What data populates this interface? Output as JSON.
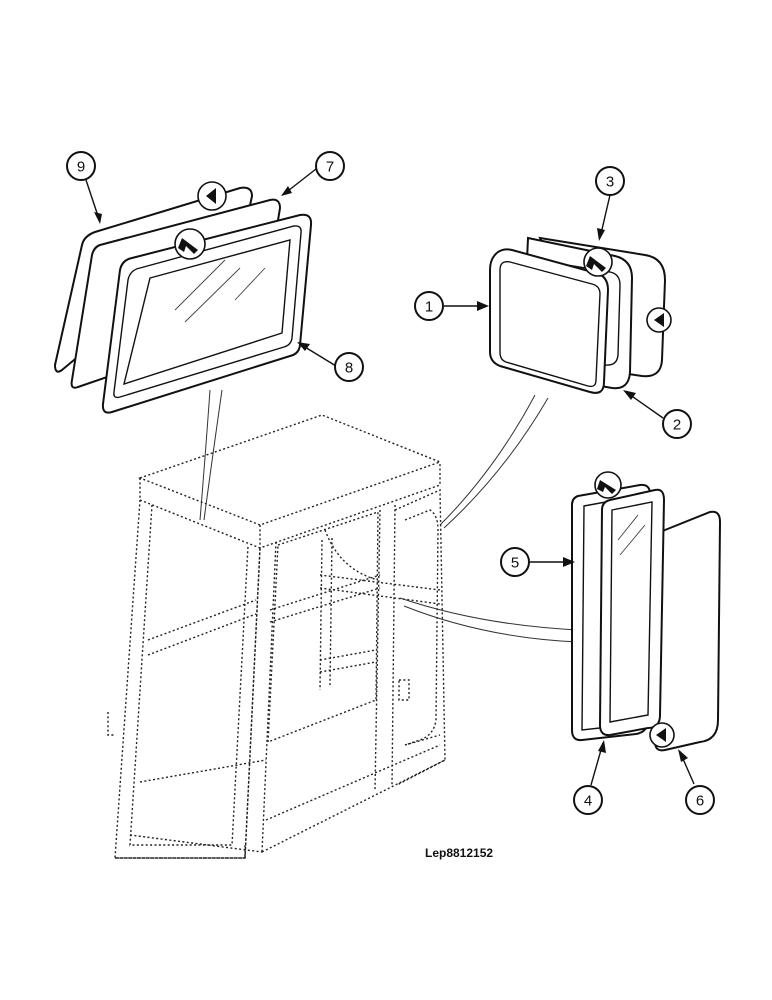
{
  "drawing_id": "Lep8812152",
  "callouts": [
    {
      "id": "callout-1",
      "label": "1"
    },
    {
      "id": "callout-2",
      "label": "2"
    },
    {
      "id": "callout-3",
      "label": "3"
    },
    {
      "id": "callout-4",
      "label": "4"
    },
    {
      "id": "callout-5",
      "label": "5"
    },
    {
      "id": "callout-6",
      "label": "6"
    },
    {
      "id": "callout-7",
      "label": "7"
    },
    {
      "id": "callout-8",
      "label": "8"
    },
    {
      "id": "callout-9",
      "label": "9"
    }
  ],
  "symbols": [
    "sealant-symbol-icon",
    "adhesive-symbol-icon"
  ],
  "colors": {
    "ink": "#111111",
    "paper": "#ffffff"
  }
}
